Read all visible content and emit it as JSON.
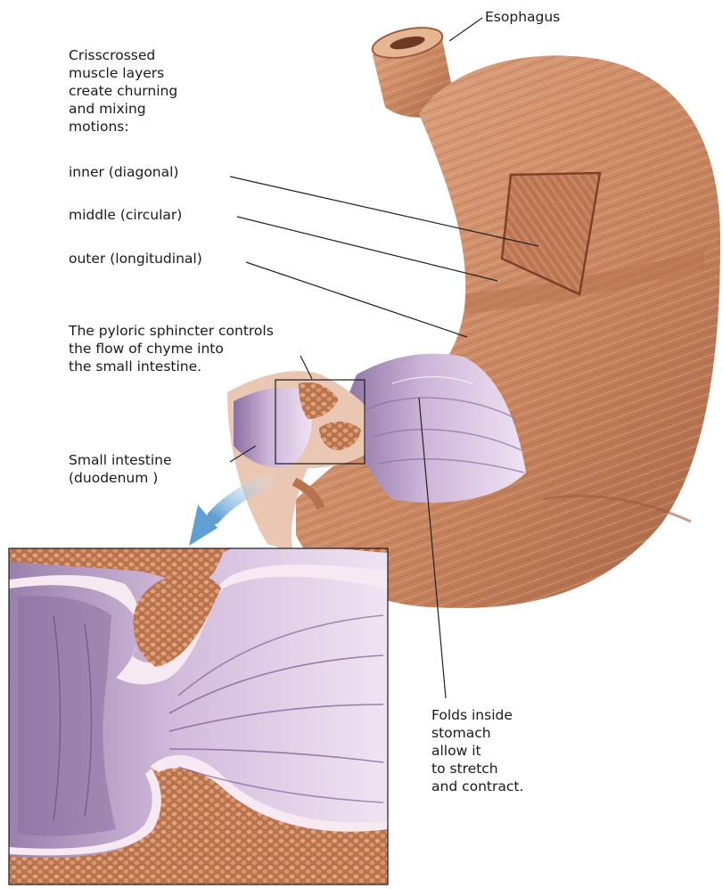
{
  "labels": {
    "esophagus": "Esophagus",
    "muscle_layers": "Crisscrossed\nmuscle layers\ncreate churning\nand mixing\nmotions:",
    "inner": "inner (diagonal)",
    "middle": "middle (circular)",
    "outer": "outer (longitudinal)",
    "pyloric": "The pyloric sphincter controls\nthe flow of chyme into\nthe small intestine.",
    "small_intestine": "Small intestine\n(duodenum )",
    "folds": "Folds inside\nstomach\nallow it\nto stretch\nand contract."
  },
  "colors": {
    "muscle": "#c98660",
    "muscle_dark": "#a86444",
    "muscle_light": "#e2a986",
    "mucosa": "#cdb4d8",
    "mucosa_dark": "#8a6fa0",
    "mucosa_light": "#efe3f3",
    "fat": "#d08a60",
    "arrow": "#5f9fd4",
    "line": "#222222"
  }
}
